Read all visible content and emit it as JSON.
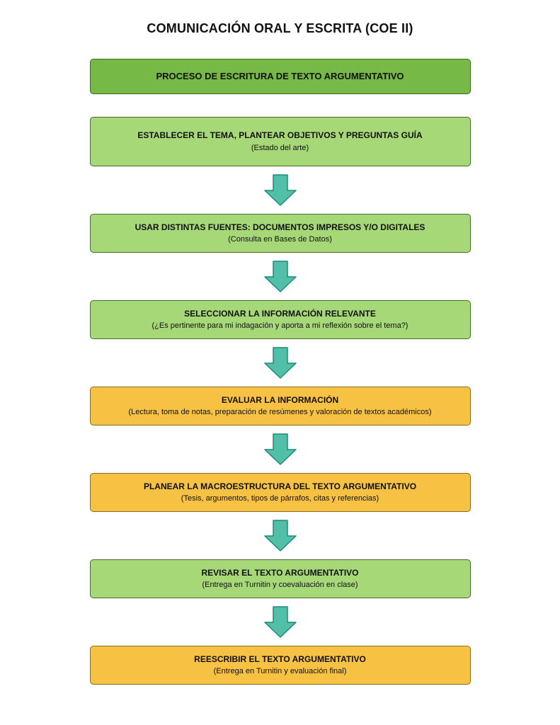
{
  "page": {
    "title": "COMUNICACIÓN ORAL Y ESCRITA (COE II)"
  },
  "header_box": {
    "title": "PROCESO DE ESCRITURA DE TEXTO ARGUMENTATIVO"
  },
  "steps": [
    {
      "title": "ESTABLECER EL TEMA, PLANTEAR OBJETIVOS Y PREGUNTAS GUÍA",
      "subtitle": "(Estado del arte)",
      "color": "green"
    },
    {
      "title": "USAR DISTINTAS FUENTES: DOCUMENTOS IMPRESOS Y/O DIGITALES",
      "subtitle": "(Consulta en Bases de Datos)",
      "color": "green"
    },
    {
      "title": "SELECCIONAR LA INFORMACIÓN RELEVANTE",
      "subtitle": "(¿Es pertinente para mi indagación y aporta a mi reflexión sobre el tema?)",
      "color": "green"
    },
    {
      "title": "EVALUAR LA INFORMACIÓN",
      "subtitle": "(Lectura, toma de notas, preparación de resúmenes y valoración de textos académicos)",
      "color": "orange"
    },
    {
      "title": "PLANEAR LA MACROESTRUCTURA DEL TEXTO ARGUMENTATIVO",
      "subtitle": "(Tesis, argumentos, tipos de párrafos, citas y referencias)",
      "color": "orange"
    },
    {
      "title": "REVISAR EL TEXTO ARGUMENTATIVO",
      "subtitle": "(Entrega en Turnitin y coevaluación en clase)",
      "color": "green"
    },
    {
      "title": "REESCRIBIR EL TEXTO ARGUMENTATIVO",
      "subtitle": "(Entrega en Turnitin y evaluación final)",
      "color": "orange"
    }
  ],
  "colors": {
    "header_fill": "#76b947",
    "green_fill": "#a6d878",
    "orange_fill": "#f7c244",
    "arrow_fill": "#52bfa8",
    "arrow_border": "#1d8a78",
    "text": "#111111"
  }
}
